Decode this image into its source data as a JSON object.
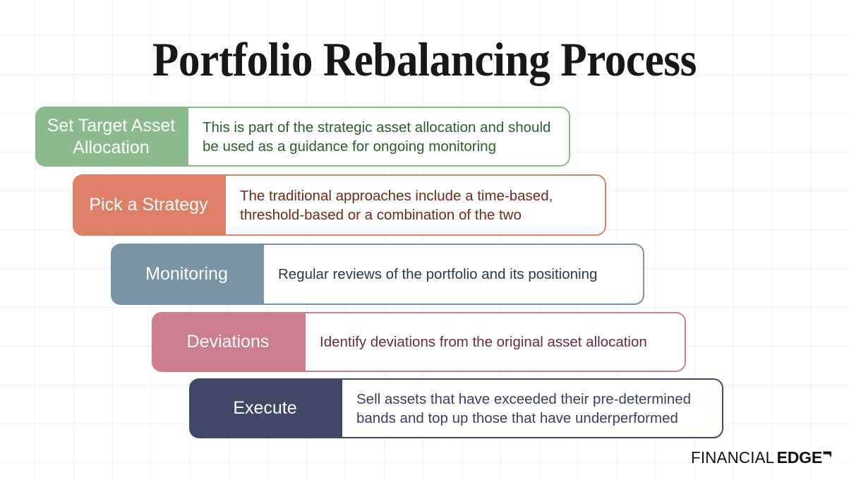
{
  "title": "Portfolio Rebalancing Process",
  "theme": {
    "background": "#ffffff",
    "grid_line": "#f0f1f3",
    "title_color": "#17181a"
  },
  "steps": [
    {
      "label": "Set Target\nAsset Allocation",
      "label_line1": "Set Target",
      "label_line2": "Asset Allocation",
      "description_line1": "This is part of the strategic asset allocation and should",
      "description_line2": "be used as a guidance for ongoing monitoring",
      "color": "#8BBA8C",
      "text_color": "#2e5c33"
    },
    {
      "label": "Pick a\nStrategy",
      "label_line1": "Pick a",
      "label_line2": "Strategy",
      "description_line1": "The traditional approaches include a time-based,",
      "description_line2": "threshold-based or a combination of the two",
      "color": "#DE7F68",
      "text_color": "#6e2a20"
    },
    {
      "label": "Monitoring",
      "label_line1": "Monitoring",
      "label_line2": "",
      "description_line1": "Regular reviews of the portfolio and its positioning",
      "description_line2": "",
      "color": "#7994A4",
      "text_color": "#2b3a4a"
    },
    {
      "label": "Deviations",
      "label_line1": "Deviations",
      "label_line2": "",
      "description_line1": "Identify deviations from the original asset allocation",
      "description_line2": "",
      "color": "#CC7E8C",
      "text_color": "#6d2b3a"
    },
    {
      "label": "Execute",
      "label_line1": "Execute",
      "label_line2": "",
      "description_line1": "Sell assets that have exceeded their pre-determined",
      "description_line2": "bands and top up those that have underperformed",
      "color": "#434767",
      "text_color": "#3b3f5e"
    }
  ],
  "logo": {
    "light_text": "FINANCIAL",
    "bold_text": "EDGE",
    "mark": "corner-flag-icon"
  }
}
